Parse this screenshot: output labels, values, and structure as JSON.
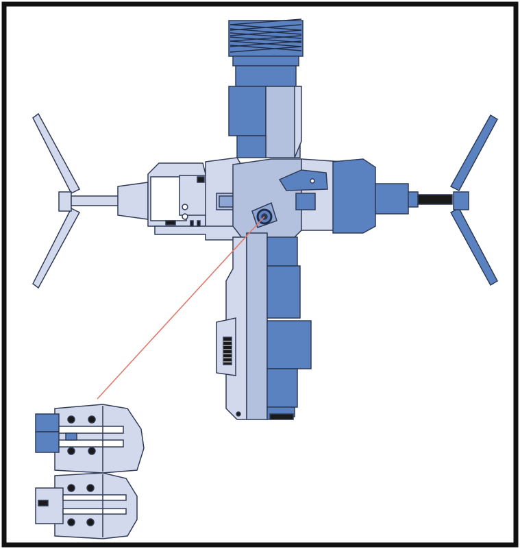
{
  "diagram": {
    "colors": {
      "frame": "#111111",
      "background": "#ffffff",
      "dark_blue": "#5b82c0",
      "mid_blue": "#8ea6d3",
      "light_blue": "#b3c1df",
      "pale_blue": "#d2d9ec",
      "outline": "#2f3a55",
      "callout_line": "#e07a6a",
      "black_part": "#1a1a1a"
    },
    "parts": {
      "top_connector": "threaded-nut",
      "left_handle": "t-handle",
      "right_handle": "t-handle",
      "center_body": "valve-body",
      "bottom_stem": "drain-stem",
      "callout_target": "bleed-port",
      "detail_upper": "valve-detail-open",
      "detail_lower": "valve-detail-closed"
    }
  }
}
